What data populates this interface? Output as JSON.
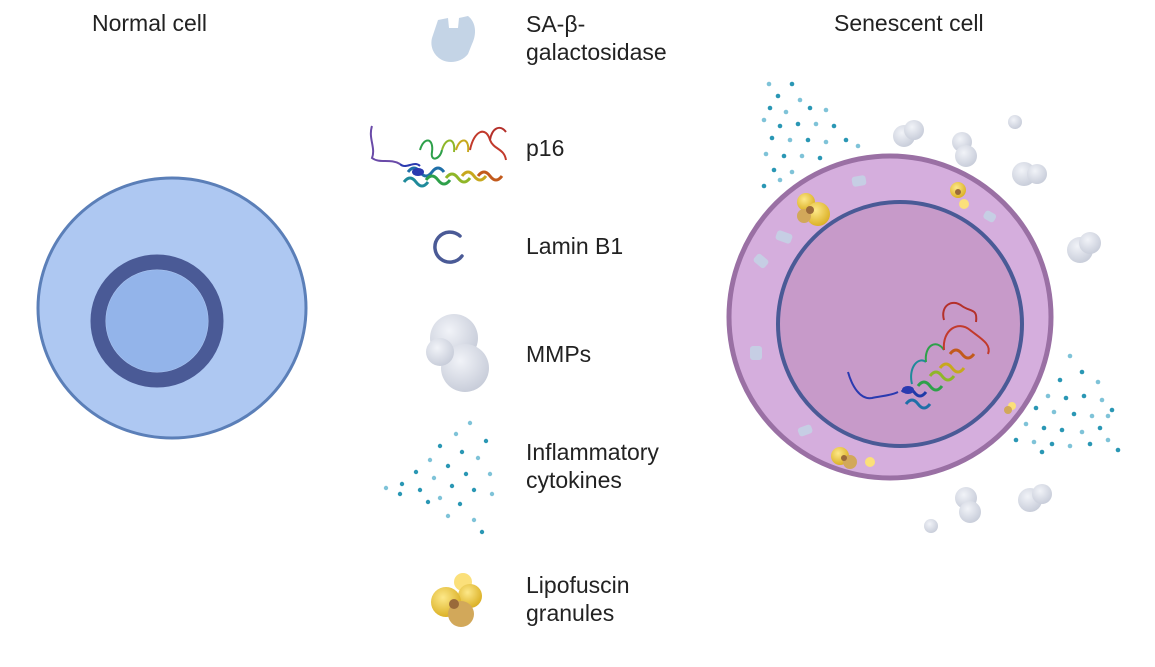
{
  "titles": {
    "normal_cell": "Normal cell",
    "senescent_cell": "Senescent cell"
  },
  "legend": [
    {
      "id": "sa-beta-gal",
      "label": "SA-β-\ngalactosidase",
      "icon": "enzyme-shape-icon",
      "color": "#c4d4e6"
    },
    {
      "id": "p16",
      "label": "p16",
      "icon": "protein-ribbon-icon",
      "color": "#3a8a3a"
    },
    {
      "id": "lamin-b1",
      "label": "Lamin B1",
      "icon": "open-ring-icon",
      "color": "#4a5a96"
    },
    {
      "id": "mmps",
      "label": "MMPs",
      "icon": "blob-cluster-icon",
      "color": "#d9dde8"
    },
    {
      "id": "cytokines",
      "label": "Inflammatory\ncytokines",
      "icon": "dot-spray-icon",
      "color": "#2a97b4"
    },
    {
      "id": "lipofuscin",
      "label": "Lipofuscin\ngranules",
      "icon": "granule-cluster-icon",
      "color": "#f1cc3a"
    }
  ],
  "colors": {
    "normal_cytoplasm": "#aec8f2",
    "normal_membrane": "#5b7fb8",
    "normal_nuclear_ring": "#4a5a96",
    "normal_nucleus": "#93b4ea",
    "senescent_cytoplasm": "#d5aedd",
    "senescent_membrane": "#9a70a4",
    "senescent_nucleus": "#c79ac9",
    "senescent_nuclear_ring": "#4a5a96"
  }
}
